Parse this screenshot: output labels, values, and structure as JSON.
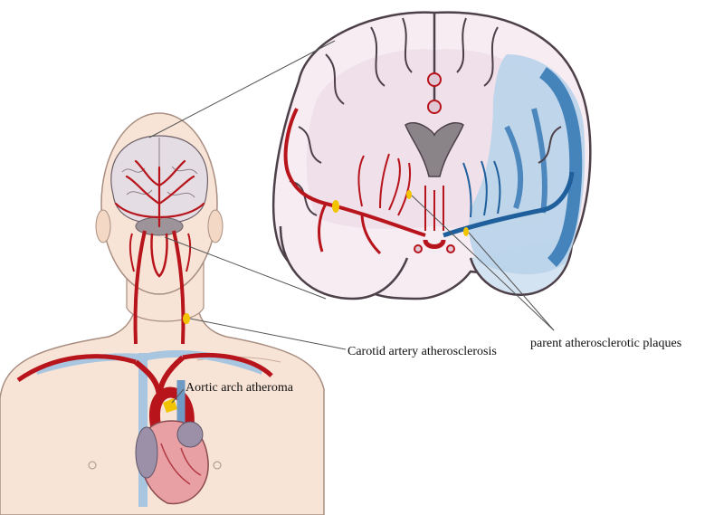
{
  "labels": {
    "carotid": "Carotid artery  atherosclerosis",
    "parent": "parent atherosclerotic plaques",
    "aortic": "Aortic arch atheroma"
  },
  "colors": {
    "skin": "#f8e4d6",
    "skin_outline": "#a88e80",
    "brain_tissue": "#f6ecf2",
    "brain_inner": "#ead7e4",
    "brain_outline": "#5a4a55",
    "artery": "#b8141c",
    "artery_dark": "#7a0c10",
    "vein": "#a9c6e0",
    "infarct": "#2f74b3",
    "infarct_light": "#bcd4ea",
    "plaque": "#f2c400",
    "ventricle": "#8a8488",
    "heart": "#e9a0a4",
    "leader_line": "#555555"
  },
  "icons": [
    "human-torso",
    "brain-coronal-section",
    "heart",
    "arterial-tree",
    "plaque-marker"
  ]
}
